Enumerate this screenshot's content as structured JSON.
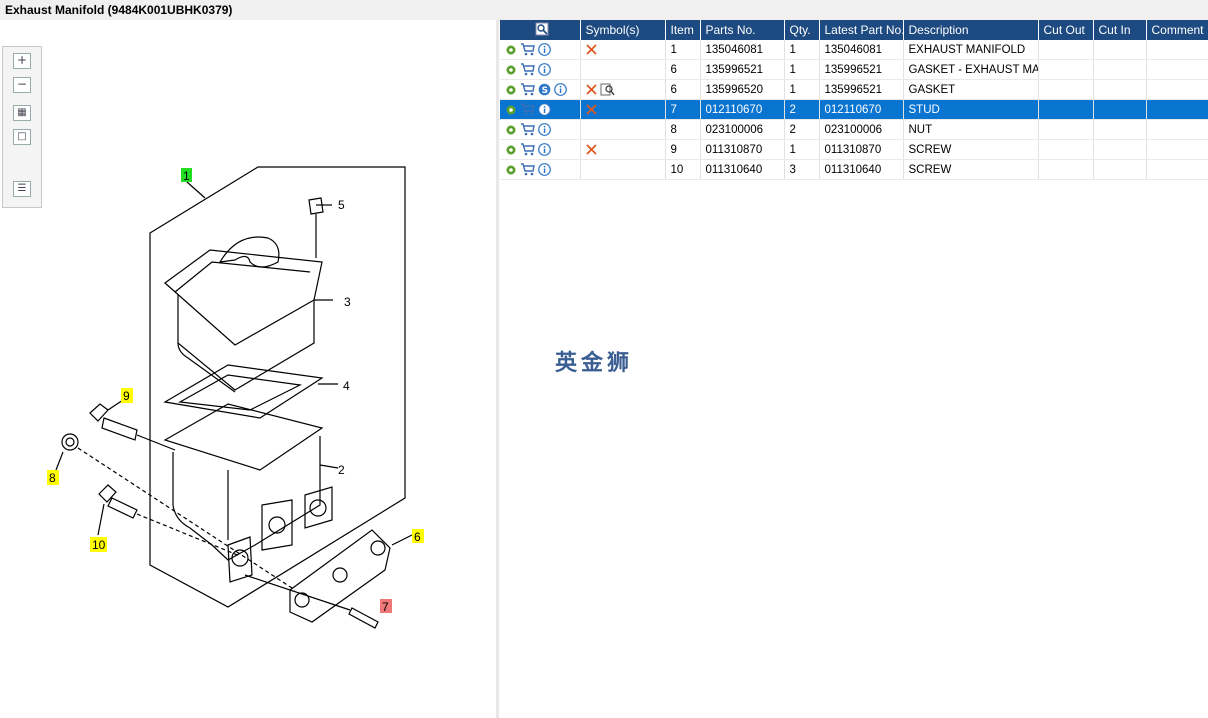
{
  "window": {
    "title": "Exhaust Manifold (9484K001UBHK0379)"
  },
  "toolbar": {
    "zoom_in_icon": "plus-icon",
    "zoom_out_icon": "minus-icon",
    "fit_icon": "grid-icon",
    "actual_icon": "square-icon",
    "list_icon": "list-export-icon"
  },
  "diagram": {
    "callouts": [
      {
        "label": "1",
        "color": "#22dd22"
      },
      {
        "label": "2",
        "color": ""
      },
      {
        "label": "3",
        "color": ""
      },
      {
        "label": "4",
        "color": ""
      },
      {
        "label": "5",
        "color": ""
      },
      {
        "label": "6",
        "color": "#ffff00"
      },
      {
        "label": "7",
        "color": "#f07878"
      },
      {
        "label": "8",
        "color": "#ffff00"
      },
      {
        "label": "9",
        "color": "#ffff00"
      },
      {
        "label": "10",
        "color": "#ffff00"
      }
    ]
  },
  "grid": {
    "columns": [
      "",
      "Symbol(s)",
      "Item",
      "Parts No.",
      "Qty.",
      "Latest Part No.",
      "Description",
      "Cut Out",
      "Cut In",
      "Comment"
    ],
    "rows": [
      {
        "item": "1",
        "part_no": "135046081",
        "qty": "1",
        "latest": "135046081",
        "desc": "EXHAUST MANIFOLD",
        "cut_out": "",
        "cut_in": "",
        "comment": "",
        "symbols": [
          "cross"
        ],
        "selected": false,
        "has_s": false
      },
      {
        "item": "6",
        "part_no": "135996521",
        "qty": "1",
        "latest": "135996521",
        "desc": "GASKET - EXHAUST MANIF",
        "cut_out": "",
        "cut_in": "",
        "comment": "",
        "symbols": [],
        "selected": false,
        "has_s": false
      },
      {
        "item": "6",
        "part_no": "135996520",
        "qty": "1",
        "latest": "135996521",
        "desc": "GASKET",
        "cut_out": "",
        "cut_in": "",
        "comment": "",
        "symbols": [
          "cross",
          "magnify"
        ],
        "selected": false,
        "has_s": true
      },
      {
        "item": "7",
        "part_no": "012110670",
        "qty": "2",
        "latest": "012110670",
        "desc": "STUD",
        "cut_out": "",
        "cut_in": "",
        "comment": "",
        "symbols": [
          "cross"
        ],
        "selected": true,
        "has_s": false
      },
      {
        "item": "8",
        "part_no": "023100006",
        "qty": "2",
        "latest": "023100006",
        "desc": "NUT",
        "cut_out": "",
        "cut_in": "",
        "comment": "",
        "symbols": [],
        "selected": false,
        "has_s": false
      },
      {
        "item": "9",
        "part_no": "011310870",
        "qty": "1",
        "latest": "011310870",
        "desc": "SCREW",
        "cut_out": "",
        "cut_in": "",
        "comment": "",
        "symbols": [
          "cross"
        ],
        "selected": false,
        "has_s": false
      },
      {
        "item": "10",
        "part_no": "011310640",
        "qty": "3",
        "latest": "011310640",
        "desc": "SCREW",
        "cut_out": "",
        "cut_in": "",
        "comment": "",
        "symbols": [],
        "selected": false,
        "has_s": false
      }
    ]
  },
  "watermark": "英金狮",
  "colors": {
    "header_bg": "#1d4a80",
    "selected_row": "#0a74d1",
    "cross": "#e0571f",
    "gear": "#5aa02c",
    "cart": "#3c6fb6",
    "info": "#2f76c8"
  }
}
